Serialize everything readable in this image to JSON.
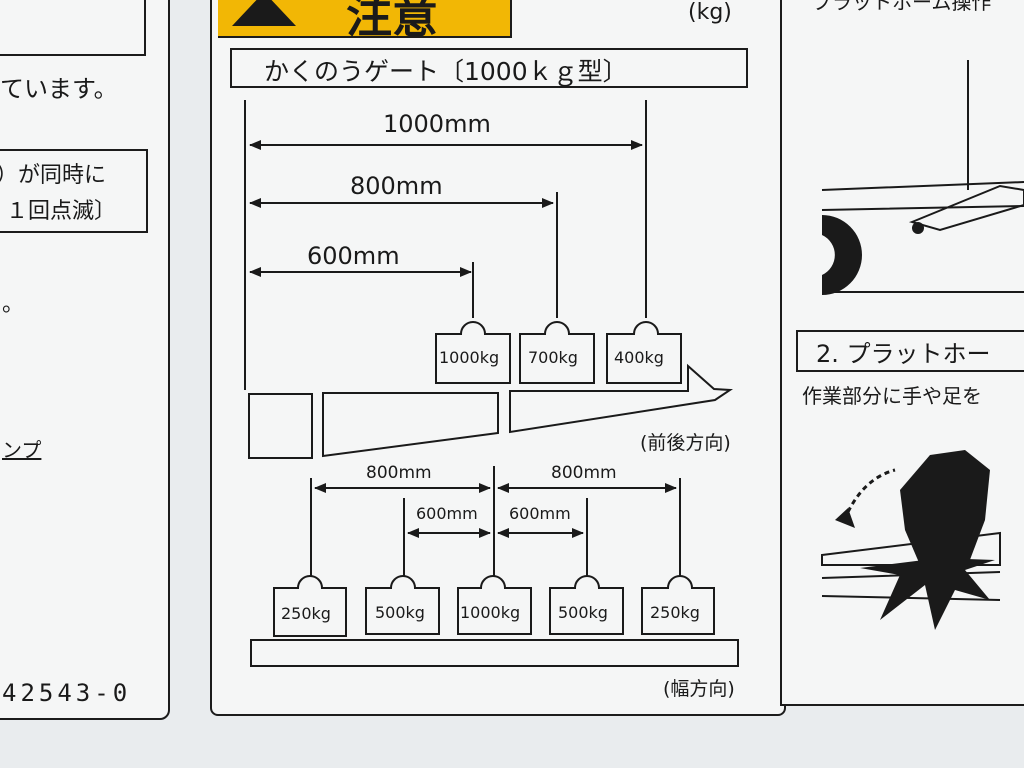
{
  "left_panel": {
    "line1": "ています。",
    "line2": "）が同時に",
    "line3": "１回点滅〕",
    "line4": "。",
    "line5": "ンプ",
    "code": "42543-0"
  },
  "main_panel": {
    "header_label": "注意",
    "unit": "(kg)",
    "title": "かくのうゲート〔1000ｋｇ型〕",
    "front_back": {
      "distances": [
        "1000mm",
        "800mm",
        "600mm"
      ],
      "weights": [
        "1000kg",
        "700kg",
        "400kg"
      ],
      "direction_label": "(前後方向)"
    },
    "width": {
      "outer_distances": [
        "800mm",
        "800mm"
      ],
      "inner_distances": [
        "600mm",
        "600mm"
      ],
      "weights": [
        "250kg",
        "500kg",
        "1000kg",
        "500kg",
        "250kg"
      ],
      "direction_label": "(幅方向)"
    }
  },
  "right_panel": {
    "top_text": "プラットホーム操作",
    "section_title": "2. プラットホー",
    "warning_text": "作業部分に手や足を"
  },
  "colors": {
    "warning_yellow": "#f2b705",
    "ink": "#1a1a1a",
    "panel": "#f5f6f6"
  }
}
